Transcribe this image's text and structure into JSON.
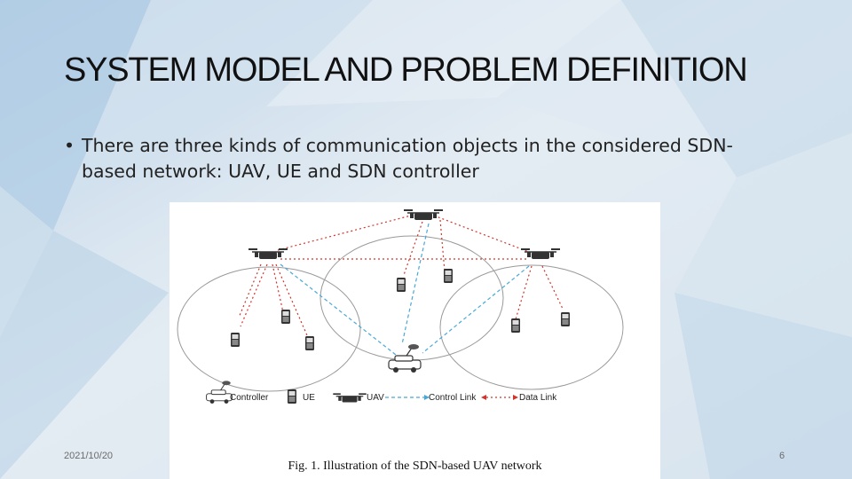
{
  "slide": {
    "title": "SYSTEM MODEL AND PROBLEM DEFINITION",
    "bullet": "There are three kinds of communication objects in the considered SDN-based network: UAV, UE and SDN controller",
    "bullet_marker": "•",
    "date": "2021/10/20",
    "page": "6"
  },
  "figure": {
    "legend": {
      "controller": "Controller",
      "ue": "UE",
      "uav": "UAV",
      "control_link": "Control Link",
      "data_link": "Data Link"
    },
    "caption": "Fig. 1.  Illustration of the SDN-based UAV network",
    "colors": {
      "control_link": "#4aa8d8",
      "data_link": "#d0342c",
      "device": "#333333"
    },
    "icons": [
      "uav-icon",
      "ue-icon",
      "controller-icon"
    ]
  }
}
